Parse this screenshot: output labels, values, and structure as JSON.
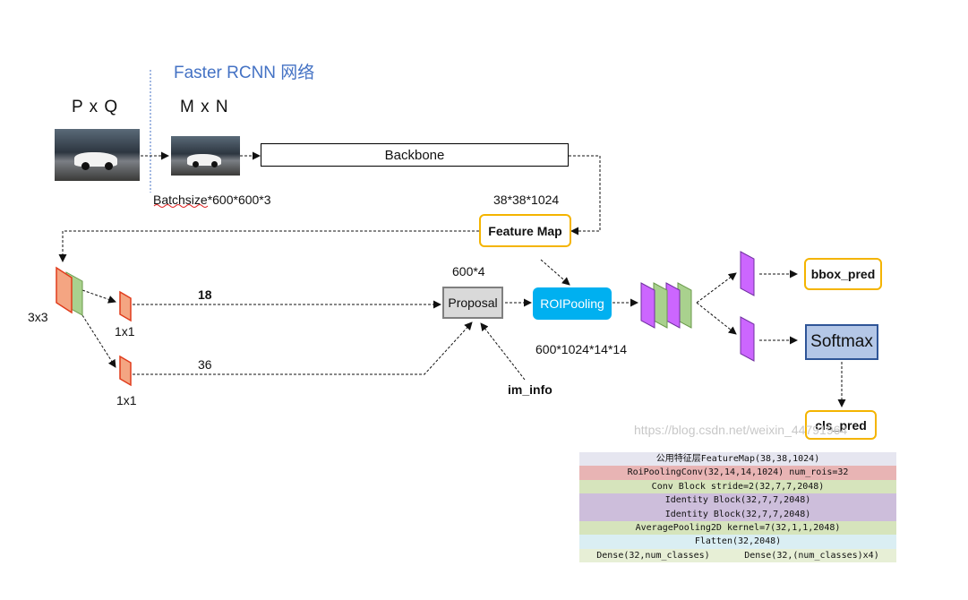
{
  "title": "Faster RCNN 网络",
  "input_dims": "P x Q",
  "resized_dims": "M x N",
  "backbone_label": "Backbone",
  "batch_label": "Batchsize*600*600*3",
  "feature_shape": "38*38*1024",
  "feature_map_label": "Feature Map",
  "conv3x3_label": "3x3",
  "conv1x1_top_label": "1x1",
  "conv1x1_bottom_label": "1x1",
  "channels_top": "18",
  "channels_bottom": "36",
  "proposal_shape": "600*4",
  "proposal_label": "Proposal",
  "roi_label": "ROIPooling",
  "roi_shape": "600*1024*14*14",
  "im_info_label": "im_info",
  "bbox_label": "bbox_pred",
  "softmax_label": "Softmax",
  "cls_label": "cls_pred",
  "watermark": "https://blog.csdn.net/weixin_44791964",
  "colors": {
    "title": "#4472C4",
    "orange_layer": "#F4A582",
    "green_layer": "#A9D18E",
    "purple_layer": "#CC66FF",
    "roi_box": "#00B0F0",
    "softmax_box": "#B4C7E7",
    "yellow_border": "#F4B400"
  },
  "table": {
    "rows": [
      {
        "text": "公用特征层FeatureMap(38,38,1024)",
        "color": "#E6E6F0"
      },
      {
        "text": "RoiPoolingConv(32,14,14,1024) num_rois=32",
        "color": "#E8B4B4"
      },
      {
        "text": "Conv Block stride=2(32,7,7,2048)",
        "color": "#D6E4BC"
      },
      {
        "text": "Identity Block(32,7,7,2048)",
        "color": "#CDBEDB"
      },
      {
        "text": "Identity Block(32,7,7,2048)",
        "color": "#CDBEDB"
      },
      {
        "text": "AveragePooling2D kernel=7(32,1,1,2048)",
        "color": "#D6E4BC"
      },
      {
        "text": "Flatten(32,2048)",
        "color": "#DAEEF3"
      }
    ],
    "last_row": {
      "left": "Dense(32,num_classes)",
      "right": "Dense(32,(num_classes)x4)",
      "color": "#E7EFD6"
    }
  }
}
